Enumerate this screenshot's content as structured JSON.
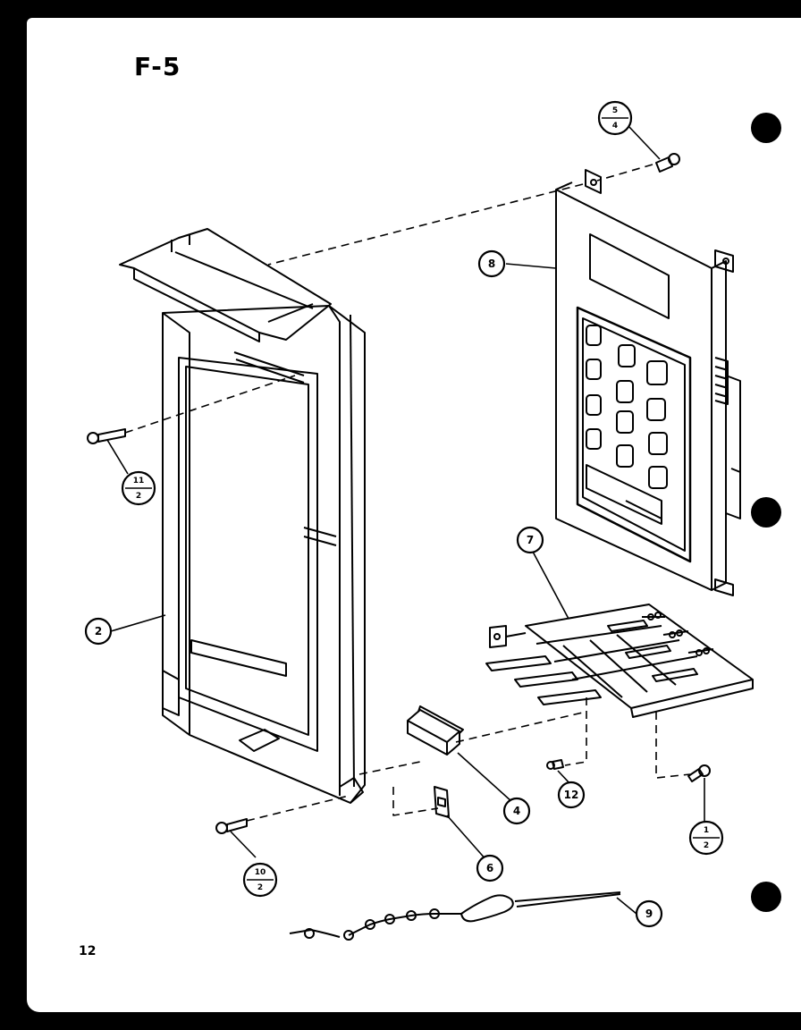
{
  "figure": {
    "label": "F-5"
  },
  "page": {
    "number": "12"
  },
  "callouts": {
    "part_2": "2",
    "part_4": "4",
    "part_6": "6",
    "part_7": "7",
    "part_8": "8",
    "part_9": "9",
    "part_12": "12",
    "ref_5_4": {
      "top": "5",
      "bottom": "4"
    },
    "ref_11_2": {
      "top": "11",
      "bottom": "2"
    },
    "ref_10_2": {
      "top": "10",
      "bottom": "2"
    },
    "ref_1_2": {
      "top": "1",
      "bottom": "2"
    }
  }
}
